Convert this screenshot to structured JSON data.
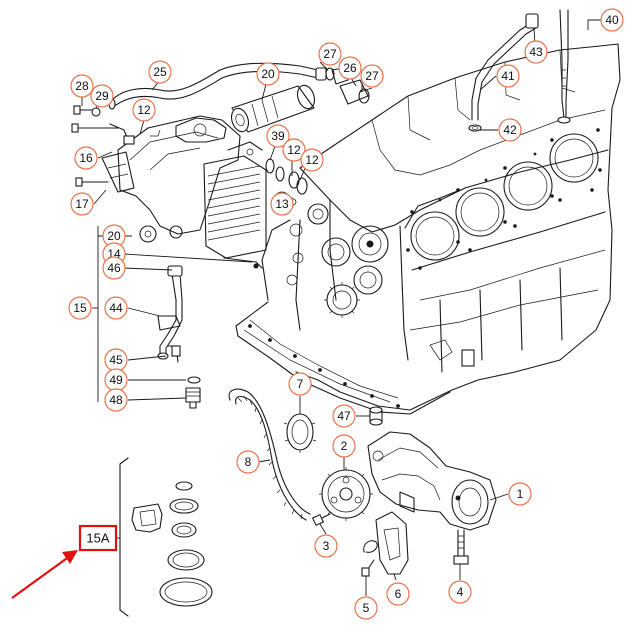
{
  "accent_callout": "#e8734a",
  "highlight_color": "#e01010",
  "callouts": [
    "40",
    "43",
    "27",
    "26",
    "27",
    "25",
    "20",
    "28",
    "29",
    "12",
    "41",
    "42",
    "39",
    "12",
    "12",
    "16",
    "13",
    "17",
    "20",
    "14",
    "46",
    "15",
    "44",
    "45",
    "49",
    "48",
    "7",
    "47",
    "2",
    "8",
    "1",
    "3",
    "6",
    "5",
    "4"
  ],
  "highlight_label": "15A",
  "icons": [
    "red-arrow-icon"
  ]
}
